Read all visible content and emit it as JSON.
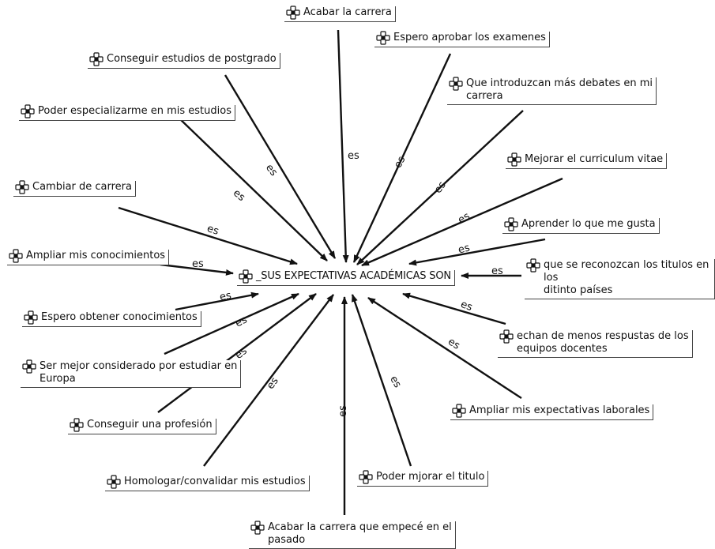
{
  "center": {
    "label": "_SUS EXPECTATIVAS ACADÉMICAS SON",
    "icon": "concept-icon"
  },
  "edge_label": "es",
  "nodes": [
    {
      "id": "acabar-la-carrera",
      "label": "Acabar la carrera",
      "icon": "concept-icon"
    },
    {
      "id": "espero-aprobar",
      "label": "Espero aprobar los examenes",
      "icon": "concept-icon"
    },
    {
      "id": "introduzcan-debates",
      "label": "Que introduzcan más debates en mi\ncarrera",
      "icon": "concept-icon"
    },
    {
      "id": "mejorar-curriculum",
      "label": "Mejorar el curriculum vitae",
      "icon": "concept-icon"
    },
    {
      "id": "aprender-gusta",
      "label": "Aprender lo que me gusta",
      "icon": "concept-icon"
    },
    {
      "id": "reconozcan-titulos",
      "label": "que se reconozcan los titulos en los\nditinto países",
      "icon": "concept-icon"
    },
    {
      "id": "echan-de-menos",
      "label": "echan de menos respustas de los\nequipos docentes",
      "icon": "concept-icon"
    },
    {
      "id": "ampliar-expectativas",
      "label": "Ampliar mis expectativas laborales",
      "icon": "concept-icon"
    },
    {
      "id": "poder-mejorar-titulo",
      "label": "Poder mjorar el titulo",
      "icon": "concept-icon"
    },
    {
      "id": "acabar-empece",
      "label": "Acabar la carrera que empecé en el\npasado",
      "icon": "concept-icon"
    },
    {
      "id": "homologar",
      "label": "Homologar/convalidar mis estudios",
      "icon": "concept-icon"
    },
    {
      "id": "conseguir-profesion",
      "label": "Conseguir una profesión",
      "icon": "concept-icon"
    },
    {
      "id": "mejor-considerado",
      "label": "Ser mejor considerado por estudiar en\nEuropa",
      "icon": "concept-icon"
    },
    {
      "id": "obtener-conocimientos",
      "label": "Espero obtener conocimientos",
      "icon": "concept-icon"
    },
    {
      "id": "ampliar-conocimientos",
      "label": "Ampliar mis conocimientos",
      "icon": "concept-icon"
    },
    {
      "id": "cambiar-carrera",
      "label": "Cambiar de carrera",
      "icon": "concept-icon"
    },
    {
      "id": "especializarme",
      "label": "Poder especializarme en mis estudios",
      "icon": "concept-icon"
    },
    {
      "id": "postgrado",
      "label": "Conseguir estudios de postgrado",
      "icon": "concept-icon"
    }
  ]
}
